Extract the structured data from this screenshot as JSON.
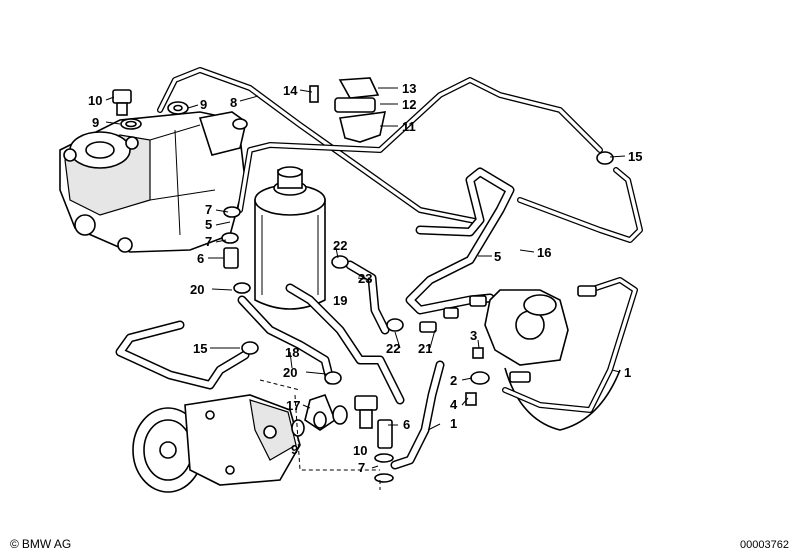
{
  "diagram": {
    "callouts": [
      "10",
      "9",
      "9",
      "8",
      "14",
      "13",
      "12",
      "11",
      "15",
      "7",
      "5",
      "7",
      "6",
      "20",
      "22",
      "23",
      "19",
      "5",
      "16",
      "15",
      "18",
      "20",
      "22",
      "21",
      "3",
      "2",
      "4",
      "1",
      "1",
      "17",
      "9",
      "10",
      "6",
      "7"
    ]
  },
  "footer": {
    "copyright_symbol": "©",
    "brand": "BMW AG",
    "drawing_number": "00003762"
  }
}
